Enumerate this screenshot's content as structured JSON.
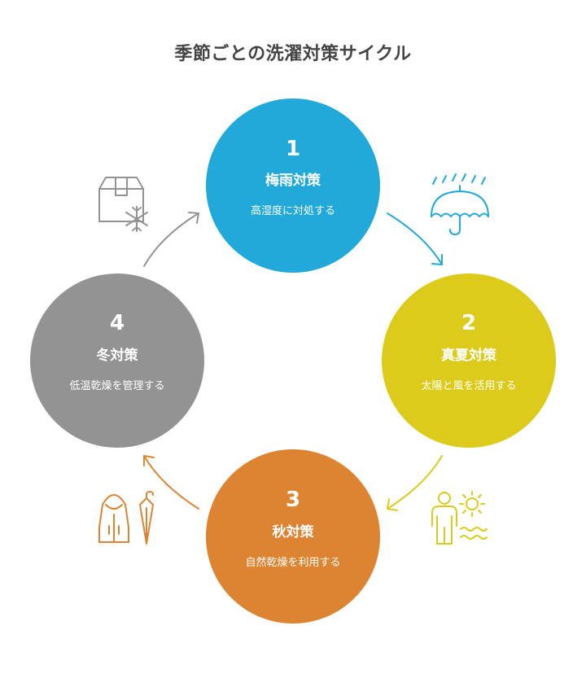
{
  "title": "季節ごとの洗濯対策サイクル",
  "steps": [
    {
      "number": "1",
      "name": "梅雨対策",
      "description": "高湿度に対処する",
      "color": "#21a9d9",
      "icon": "rain-umbrella-icon"
    },
    {
      "number": "2",
      "name": "真夏対策",
      "description": "太陽と風を活用する",
      "color": "#dccb1a",
      "icon": "person-sun-heat-icon"
    },
    {
      "number": "3",
      "name": "秋対策",
      "description": "自然乾燥を利用する",
      "color": "#dd8432",
      "icon": "raincoat-umbrella-icon"
    },
    {
      "number": "4",
      "name": "冬対策",
      "description": "低温乾燥を管理する",
      "color": "#939393",
      "icon": "box-snowflake-icon"
    }
  ]
}
